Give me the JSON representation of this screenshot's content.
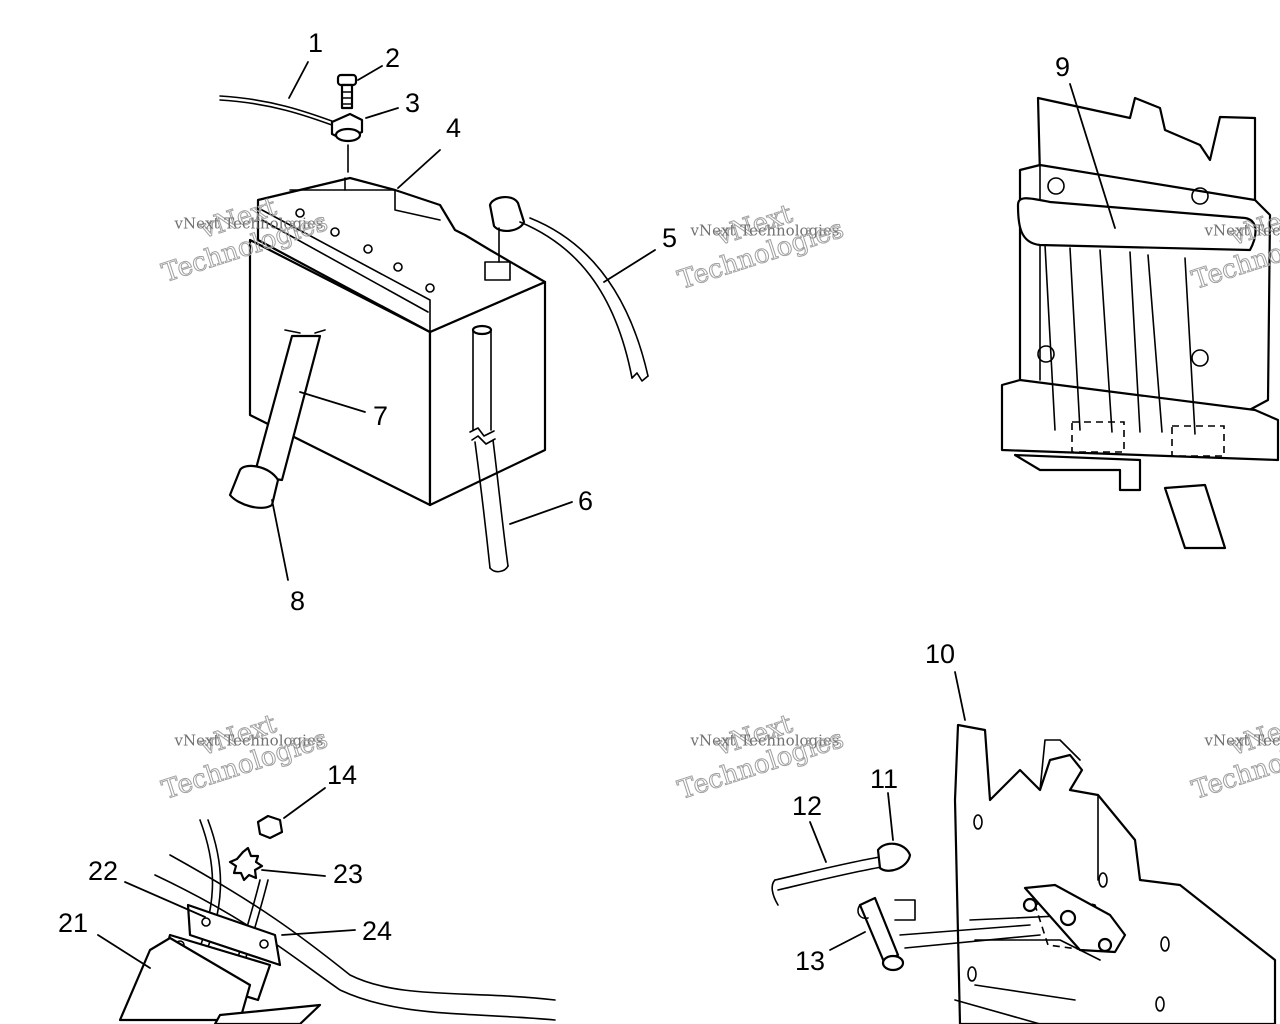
{
  "watermark": {
    "line1": "vNext Technologies",
    "line2": "vNext",
    "line3": "Technologies"
  },
  "callouts": [
    "1",
    "2",
    "3",
    "4",
    "5",
    "6",
    "7",
    "8",
    "9",
    "10",
    "11",
    "12",
    "13",
    "14",
    "21",
    "22",
    "23",
    "24"
  ]
}
